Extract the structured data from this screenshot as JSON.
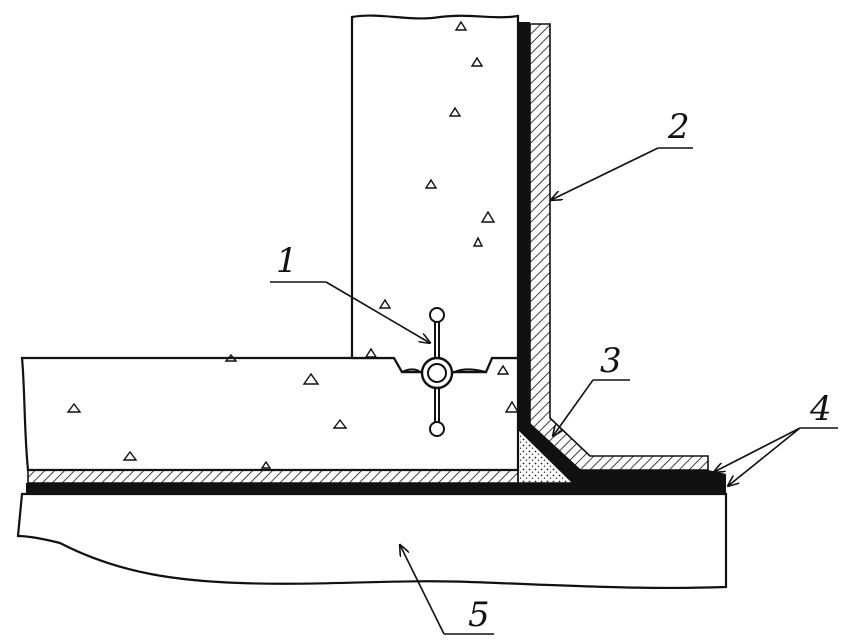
{
  "labels": {
    "l1": "1",
    "l2": "2",
    "l3": "3",
    "l4": "4",
    "l5": "5"
  },
  "colors": {
    "line": "#111111",
    "concrete": "#ffffff",
    "membrane": "#111111",
    "hatch": "#111111",
    "background": "#ffffff"
  }
}
